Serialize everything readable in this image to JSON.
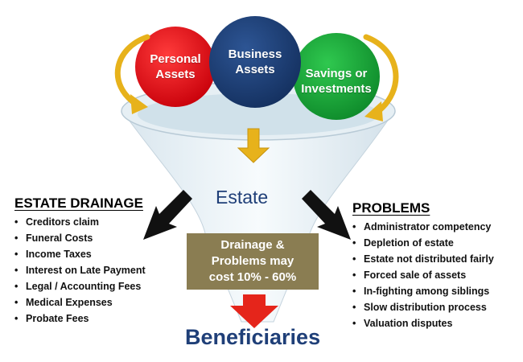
{
  "circles": [
    {
      "label_line1": "Personal",
      "label_line2": "Assets",
      "color": "#e8141b"
    },
    {
      "label_line1": "Business",
      "label_line2": "Assets",
      "color": "#1d3f7c"
    },
    {
      "label_line1": "Savings or",
      "label_line2": "Investments",
      "color": "#1aaa3a"
    }
  ],
  "funnel": {
    "estate_label": "Estate",
    "output_label": "Beneficiaries"
  },
  "estate_drainage": {
    "title": "ESTATE DRAINAGE",
    "items": [
      "Creditors claim",
      "Funeral Costs",
      "Income Taxes",
      "Interest on Late Payment",
      "Legal / Accounting Fees",
      "Medical Expenses",
      "Probate Fees"
    ]
  },
  "problems": {
    "title": "PROBLEMS",
    "items": [
      "Administrator competency",
      "Depletion of estate",
      "Estate not distributed fairly",
      "Forced sale of assets",
      "In-fighting among siblings",
      "Slow distribution process",
      "Valuation disputes"
    ]
  },
  "drainage_box": {
    "line1": "Drainage &",
    "line2": "Problems may",
    "line3": "cost 10% - 60%",
    "color": "#8a7d52"
  },
  "colors": {
    "arrow_gold": "#e7b21b",
    "arrow_red": "#e5251b",
    "text_navy": "#1f3f78"
  },
  "icons": [
    "curved-arrow-left-icon",
    "curved-arrow-right-icon",
    "down-arrow-icon",
    "black-arrow-left-icon",
    "black-arrow-right-icon",
    "red-down-arrow-icon"
  ]
}
